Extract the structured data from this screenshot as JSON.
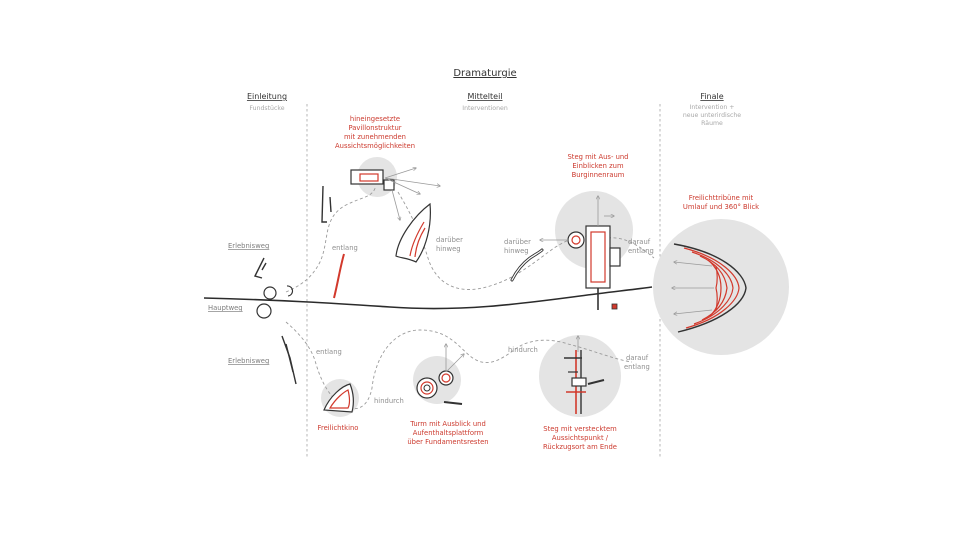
{
  "title": "Dramaturgie",
  "sections": [
    {
      "id": "einleitung",
      "heading": "Einleitung",
      "subtitle": [
        "Fundstücke"
      ]
    },
    {
      "id": "mittelteil",
      "heading": "Mittelteil",
      "subtitle": [
        "Interventionen"
      ]
    },
    {
      "id": "finale",
      "heading": "Finale",
      "subtitle": [
        "Intervention +",
        "neue unterirdische",
        "Räume"
      ]
    }
  ],
  "side_labels": {
    "erlebnisweg_top": "Erlebnisweg",
    "hauptweg": "Hauptweg",
    "erlebnisweg_bottom": "Erlebnisweg"
  },
  "interventions": [
    {
      "id": "pavillon",
      "lines": [
        "hineingesetzte",
        "Pavillonstruktur",
        "mit zunehmenden",
        "Aussichtsmöglichkeiten"
      ]
    },
    {
      "id": "steg_top",
      "lines": [
        "Steg mit Aus- und",
        "Einblicken zum",
        "Burginnenraum"
      ]
    },
    {
      "id": "tribuene",
      "lines": [
        "Freilichttribüne mit",
        "Umlauf und 360° Blick"
      ]
    },
    {
      "id": "kino",
      "lines": [
        "Freilichtkino"
      ]
    },
    {
      "id": "turm",
      "lines": [
        "Turm mit Ausblick und",
        "Aufenthaltsplattform",
        "über Fundamentsresten"
      ]
    },
    {
      "id": "steg_bottom",
      "lines": [
        "Steg mit verstecktem",
        "Aussichtspunkt /",
        "Rückzugsort am Ende"
      ]
    }
  ],
  "path_labels": {
    "entlang_top": "entlang",
    "darueber_hinweg_1": [
      "darüber",
      "hinweg"
    ],
    "darueber_hinweg_2": [
      "darüber",
      "hinweg"
    ],
    "darauf_entlang_top": [
      "darauf",
      "entlang"
    ],
    "entlang_bottom": "entlang",
    "hindurch_1": "hindurch",
    "hindurch_2": "hindurch",
    "darauf_entlang_bottom": [
      "darauf",
      "entlang"
    ]
  },
  "colors": {
    "accent": "#cc3a2e",
    "ink": "#333333",
    "muted": "#9b9b9b",
    "blob": "#e4e4e4"
  }
}
